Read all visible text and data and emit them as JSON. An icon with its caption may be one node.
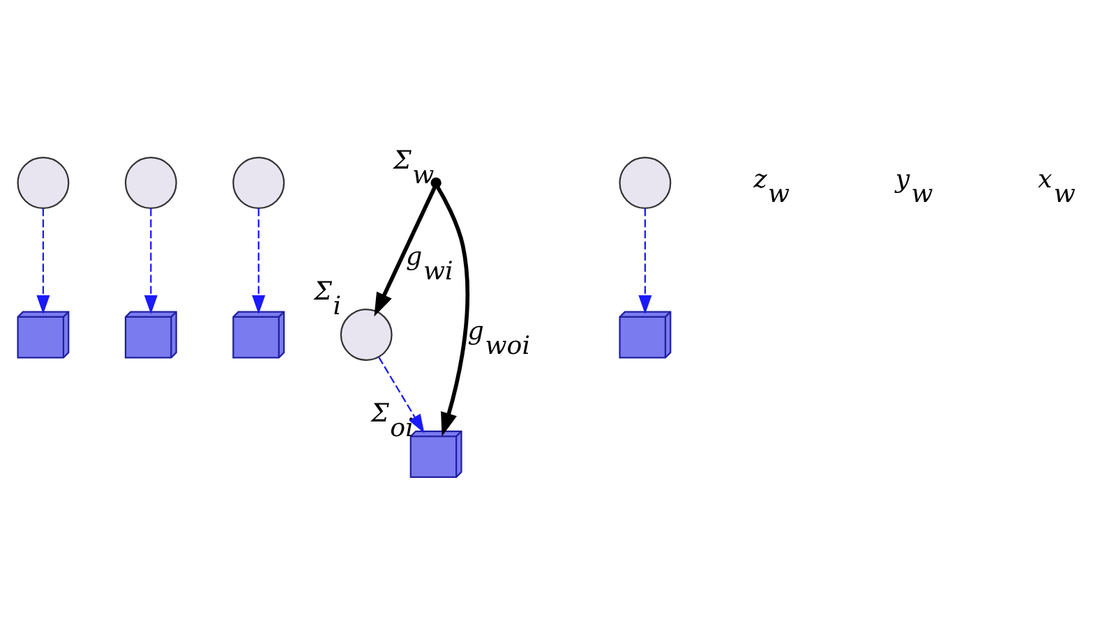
{
  "diagram": {
    "nodes": [
      {
        "text": [],
        "shape": "circle"
      },
      {
        "text": [],
        "shape": "circle"
      },
      {
        "text": [],
        "shape": "box"
      },
      {
        "text": [],
        "shape": "box"
      },
      {
        "text": [],
        "shape": "box"
      },
      {
        "text": [],
        "shape": "circle"
      },
      {
        "text": [],
        "shape": "circle",
        "beside": [
          "Σ$_{i}$"
        ]
      },
      {
        "text": [],
        "shape": "box",
        "beside": [
          "Σ$_{oi}$"
        ]
      },
      {
        "text": [],
        "shape": "box"
      },
      {
        "text": [],
        "shape": "circle"
      },
      {
        "text": [],
        "shape": "point",
        "beside": [
          "Σ$_{w}$"
        ]
      }
    ],
    "edges": [
      {
        "from": 1,
        "to": 3,
        "arrow": "to",
        "style": "dashed"
      },
      {
        "from": 0,
        "to": 2,
        "arrow": "to",
        "style": "dashed"
      },
      {
        "from": 5,
        "to": 4,
        "arrow": "to",
        "style": "dashed"
      },
      {
        "from": 6,
        "to": 7,
        "arrow": "to",
        "style": "dashed"
      },
      {
        "from": 9,
        "to": 8,
        "arrow": "to",
        "style": "dashed"
      },
      {
        "from": 10,
        "to": 6,
        "arrow": "to",
        "style": "thick",
        "color": "#000000",
        "label": "g$_{wi}$"
      },
      {
        "from": 10,
        "to": 7,
        "arrow": "to",
        "style": "thick",
        "color": "#000000",
        "label": "g$_{woi}$"
      }
    ],
    "labels": [
      "z$_{w}$",
      "y$_{w}$",
      "x$_{w}$"
    ]
  }
}
